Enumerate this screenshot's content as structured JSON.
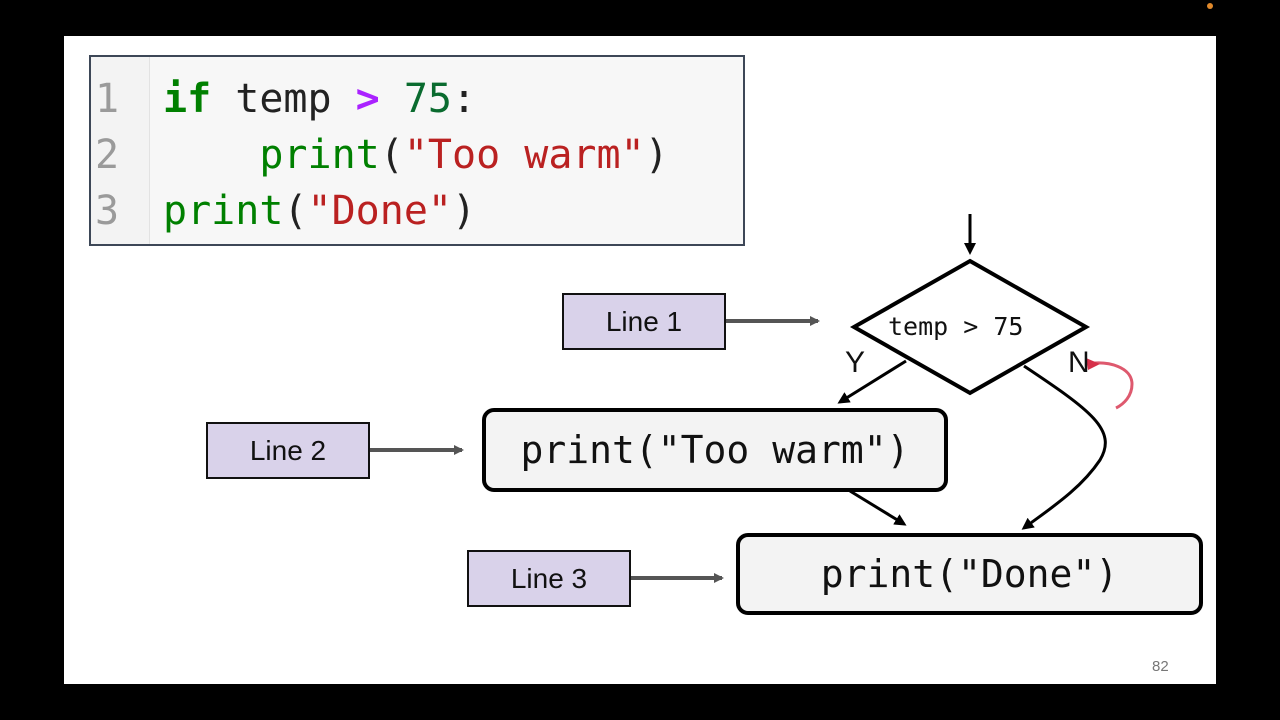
{
  "code": {
    "line_numbers": [
      "1",
      "2",
      "3"
    ],
    "line1": {
      "kw": "if",
      "var": " temp ",
      "op": ">",
      "num": " 75",
      "colon": ":"
    },
    "line2": {
      "indent": "    ",
      "fn": "print",
      "open": "(",
      "str": "\"Too warm\"",
      "close": ")"
    },
    "line3": {
      "fn": "print",
      "open": "(",
      "str": "\"Done\"",
      "close": ")"
    }
  },
  "diagram": {
    "labels": [
      "Line 1",
      "Line 2",
      "Line 3"
    ],
    "condition": "temp > 75",
    "yes_label": "Y",
    "no_label": "N",
    "stmt_too_warm": "print(\"Too warm\")",
    "stmt_done": "print(\"Done\")"
  },
  "colors": {
    "label_fill": "#d9d2ea",
    "stmt_fill": "#f3f3f3",
    "arrow_gray": "#555555",
    "pointer_red": "#d6304a"
  },
  "page_number": "82"
}
